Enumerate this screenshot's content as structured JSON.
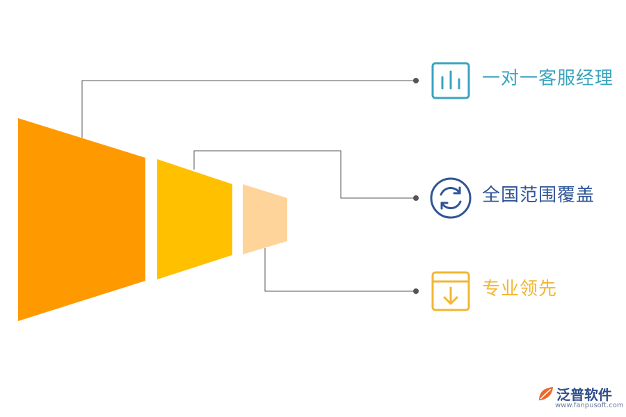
{
  "colors": {
    "stage1": "#FF9900",
    "stage2": "#FFC000",
    "stage3": "#FFD49A",
    "connector": "#555555",
    "item1": "#3AA3BE",
    "item2": "#2F5597",
    "item3": "#F2B632"
  },
  "items": [
    {
      "label": "一对一客服经理",
      "icon": "bar-chart-icon"
    },
    {
      "label": "全国范围覆盖",
      "icon": "refresh-icon"
    },
    {
      "label": "专业领先",
      "icon": "download-box-icon"
    }
  ],
  "logo": {
    "name": "泛普软件",
    "url": "www.fanpusoft.com",
    "icon": "leaf-logo-icon"
  }
}
